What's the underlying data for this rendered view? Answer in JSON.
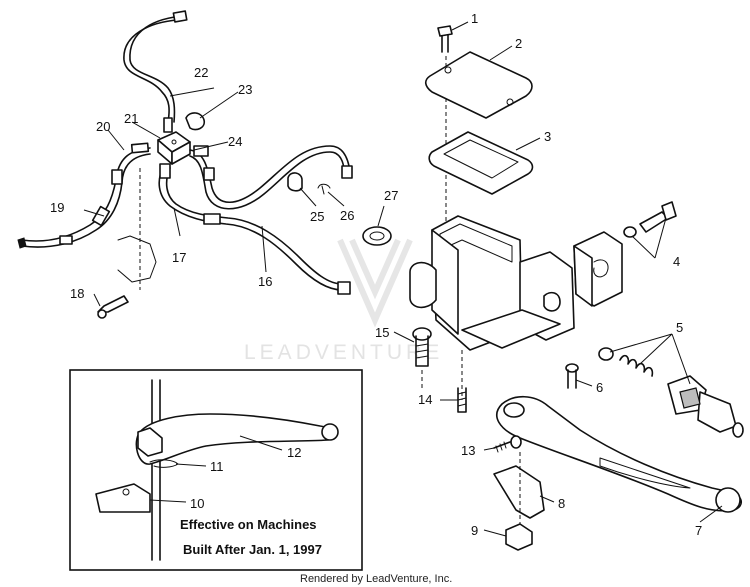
{
  "callouts": [
    {
      "id": "1",
      "label": "1"
    },
    {
      "id": "2",
      "label": "2"
    },
    {
      "id": "3",
      "label": "3"
    },
    {
      "id": "4",
      "label": "4"
    },
    {
      "id": "5",
      "label": "5"
    },
    {
      "id": "6",
      "label": "6"
    },
    {
      "id": "7",
      "label": "7"
    },
    {
      "id": "8",
      "label": "8"
    },
    {
      "id": "9",
      "label": "9"
    },
    {
      "id": "10",
      "label": "10"
    },
    {
      "id": "11",
      "label": "11"
    },
    {
      "id": "12",
      "label": "12"
    },
    {
      "id": "13",
      "label": "13"
    },
    {
      "id": "14",
      "label": "14"
    },
    {
      "id": "15",
      "label": "15"
    },
    {
      "id": "16",
      "label": "16"
    },
    {
      "id": "17",
      "label": "17"
    },
    {
      "id": "18",
      "label": "18"
    },
    {
      "id": "19",
      "label": "19"
    },
    {
      "id": "20",
      "label": "20"
    },
    {
      "id": "21",
      "label": "21"
    },
    {
      "id": "22",
      "label": "22"
    },
    {
      "id": "23",
      "label": "23"
    },
    {
      "id": "24",
      "label": "24"
    },
    {
      "id": "25",
      "label": "25"
    },
    {
      "id": "26",
      "label": "26"
    },
    {
      "id": "27",
      "label": "27"
    }
  ],
  "inset": {
    "note_line1": "Effective on Machines",
    "note_line2": "Built After Jan. 1, 1997"
  },
  "watermark": {
    "text": "LEADVENTURE"
  },
  "footer": {
    "credit": "Rendered by LeadVenture, Inc."
  }
}
